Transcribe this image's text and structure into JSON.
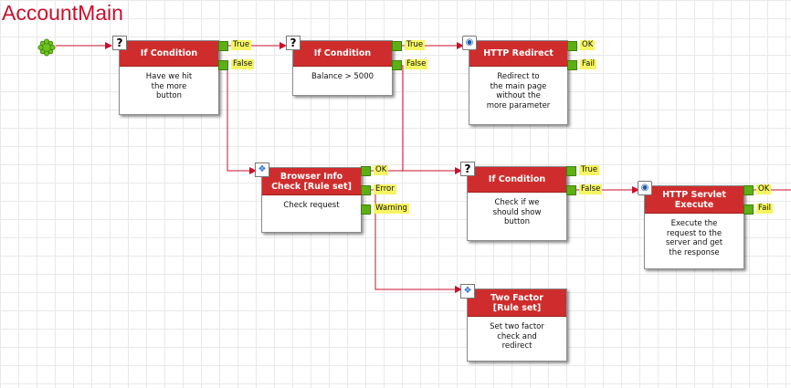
{
  "title": "AccountMain",
  "nodes": {
    "if1": {
      "head": "If Condition",
      "body": "Have we hit\nthe more\nbutton"
    },
    "if2": {
      "head": "If Condition",
      "body": "Balance > 5000"
    },
    "redirect": {
      "head": "HTTP Redirect",
      "body": "Redirect to\nthe main page\nwithout the\nmore parameter"
    },
    "browser": {
      "head": "Browser Info\nCheck [Rule set]",
      "body": "Check request"
    },
    "if3": {
      "head": "If Condition",
      "body": "Check if we\nshould show\nbutton"
    },
    "servlet": {
      "head": "HTTP Servlet\nExecute",
      "body": "Execute the\nrequest to the\nserver and get\nthe response"
    },
    "twofactor": {
      "head": "Two Factor\n[Rule set]",
      "body": "Set two factor\ncheck and\nredirect"
    }
  },
  "ports": {
    "if1_true": "True",
    "if1_false": "False",
    "if2_true": "True",
    "if2_false": "False",
    "redirect_ok": "OK",
    "redirect_fail": "Fail",
    "browser_ok": "OK",
    "browser_error": "Error",
    "browser_warning": "Warning",
    "if3_true": "True",
    "if3_false": "False",
    "servlet_ok": "OK",
    "servlet_fail": "Fail"
  },
  "icons": {
    "condition": "question-mark-icon",
    "http": "globe-icon",
    "ruleset": "ruleset-icon"
  },
  "colors": {
    "title": "#c8102e",
    "node_header": "#cf2d2d",
    "port": "#5cb014",
    "port_label_bg": "#f5f562",
    "wire": "#c8102e"
  }
}
